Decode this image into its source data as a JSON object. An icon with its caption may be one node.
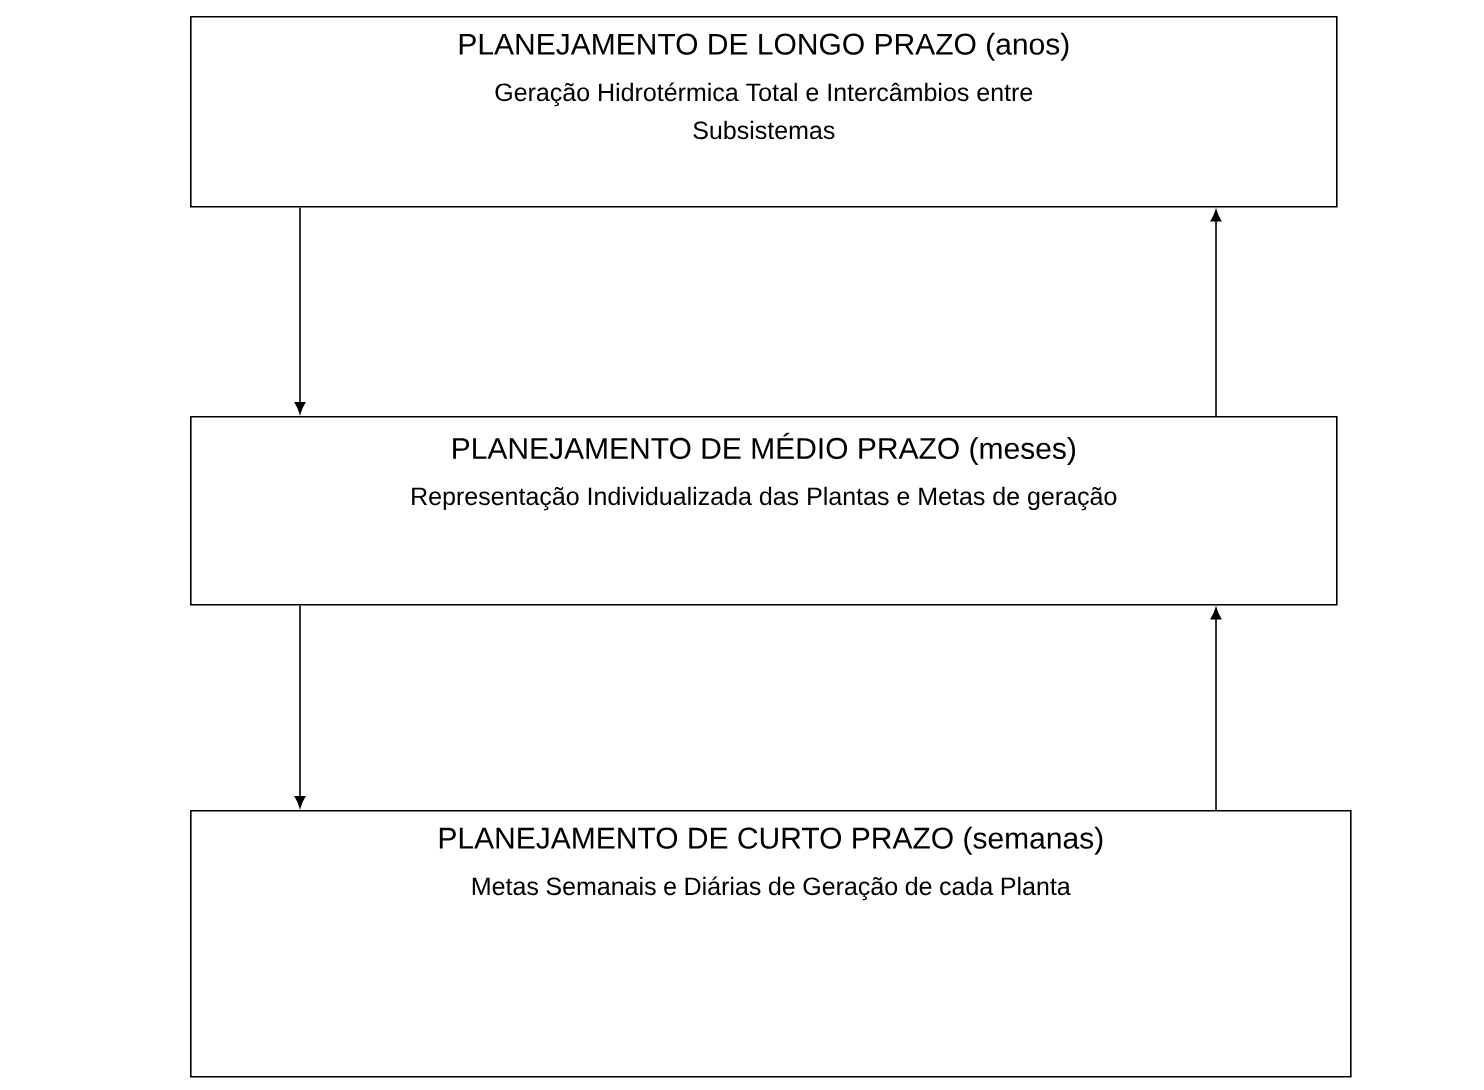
{
  "diagram": {
    "nodes": [
      {
        "text": [
          "PLANEJAMENTO DE LONGO PRAZO (anos)",
          "Geração Hidrotérmica Total e Intercâmbios entre Subsistemas"
        ]
      },
      {
        "text": [
          "PLANEJAMENTO DE MÉDIO PRAZO (meses)",
          "Representação Individualizada das Plantas e Metas de geração"
        ]
      },
      {
        "text": [
          "PLANEJAMENTO DE CURTO PRAZO (semanas)",
          "Metas Semanais e Diárias de Geração de cada Planta"
        ]
      }
    ],
    "edges": [
      {
        "from": 0,
        "to": 1,
        "arrow": "to"
      },
      {
        "from": 1,
        "to": 0,
        "arrow": "to"
      },
      {
        "from": 1,
        "to": 2,
        "arrow": "to"
      },
      {
        "from": 2,
        "to": 1,
        "arrow": "to"
      }
    ]
  }
}
